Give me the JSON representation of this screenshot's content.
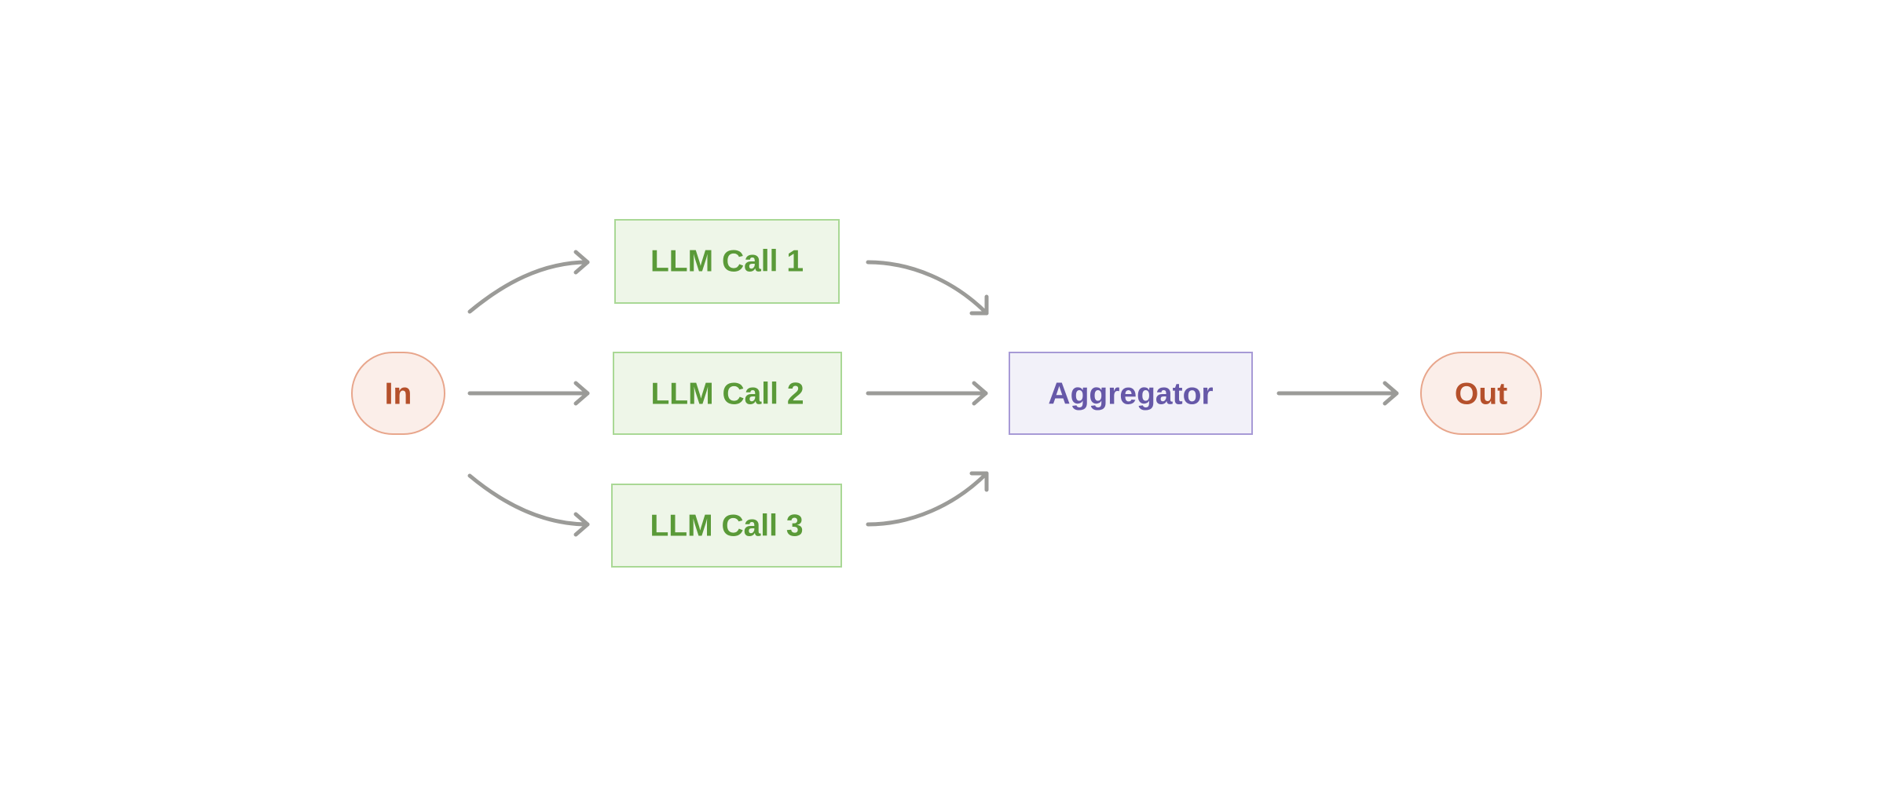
{
  "diagram": {
    "input_label": "In",
    "output_label": "Out",
    "calls": [
      {
        "label": "LLM Call 1"
      },
      {
        "label": "LLM Call 2"
      },
      {
        "label": "LLM Call 3"
      }
    ],
    "aggregator_label": "Aggregator"
  },
  "colors": {
    "terminal_fill": "#fbeee9",
    "terminal_stroke": "#e8a68c",
    "terminal_text": "#b5502b",
    "call_fill": "#eef6e8",
    "call_stroke": "#a9d895",
    "call_text": "#5a9a38",
    "aggregator_fill": "#f2f1f9",
    "aggregator_stroke": "#a79ad6",
    "aggregator_text": "#6658a8",
    "arrow": "#9b9b98"
  }
}
